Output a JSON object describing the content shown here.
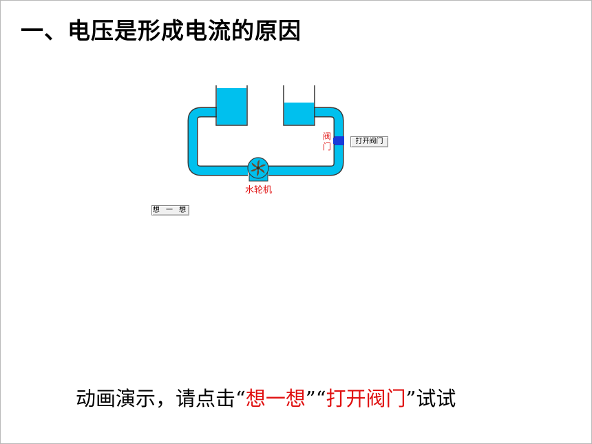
{
  "title": "一、电压是形成电流的原因",
  "diagram": {
    "valve_label": "阀门",
    "turbine_label": "水轮机"
  },
  "buttons": {
    "open_valve": "打开阀门",
    "think": "想 一 想"
  },
  "instruction": {
    "part1": "动画演示，请点击",
    "q1_open": "“",
    "think_text": "想一想",
    "q1_close": "”",
    "q2_open": "“",
    "valve_text": "打开阀门",
    "q2_close": "”",
    "part2": "试试"
  },
  "colors": {
    "water": "#00c0ee",
    "pipe_outline": "#3a3a3a",
    "valve": "#1a3bd8",
    "highlight_red": "#e01010",
    "turbine_blade": "#6b4a2f"
  }
}
